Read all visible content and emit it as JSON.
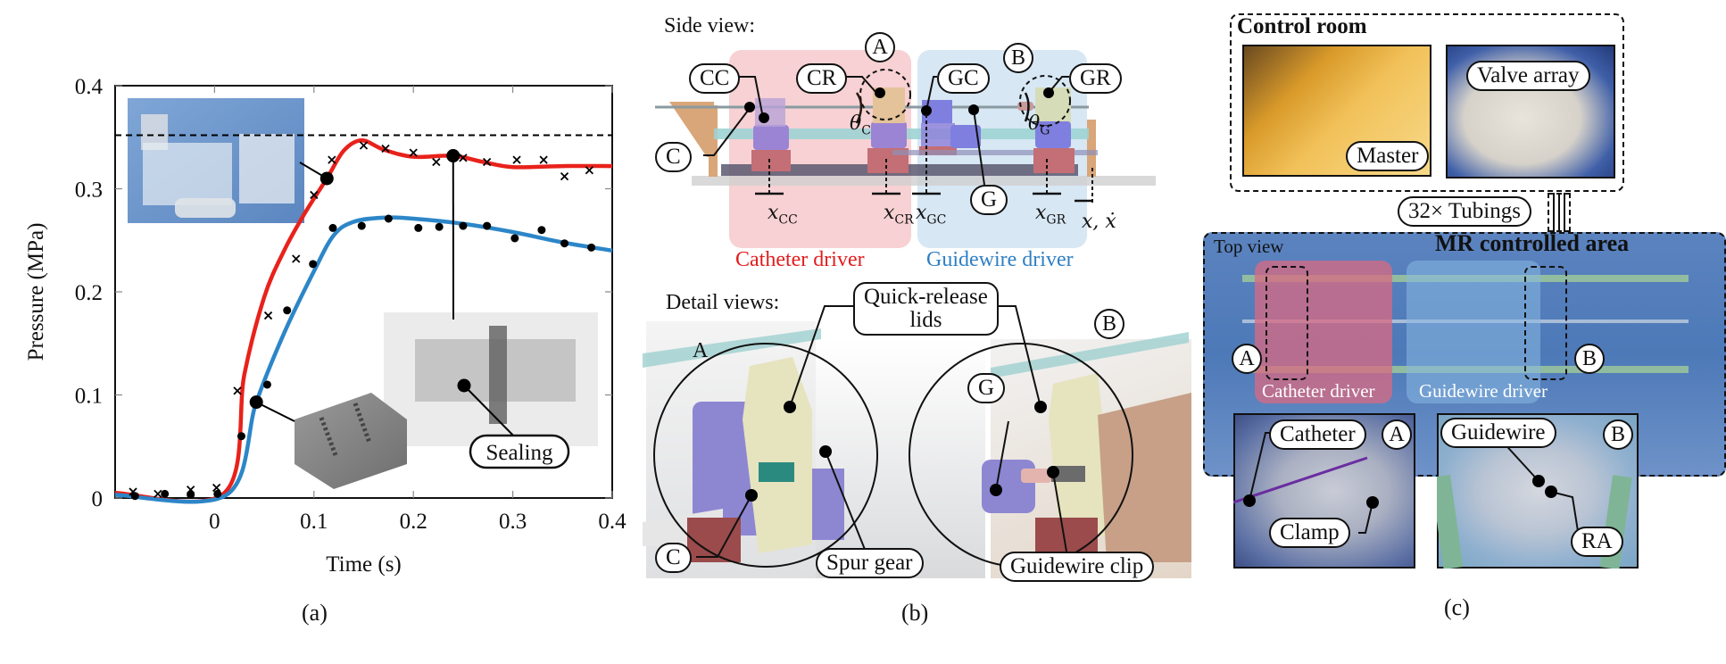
{
  "figure": {
    "captions": {
      "a": "(a)",
      "b": "(b)",
      "c": "(c)"
    }
  },
  "panel_a": {
    "inset_labels": {
      "sealing": "Sealing"
    }
  },
  "chart_data": {
    "type": "line",
    "title": "",
    "xlabel": "Time (s)",
    "ylabel": "Pressure (MPa)",
    "xlim": [
      -0.1,
      0.4
    ],
    "ylim": [
      0,
      0.4
    ],
    "x_ticks": [
      0,
      0.1,
      0.2,
      0.3,
      0.4
    ],
    "x_tick_labels": [
      "0",
      "0.1",
      "0.2",
      "0.3",
      "0.4"
    ],
    "y_ticks": [
      0,
      0.1,
      0.2,
      0.3,
      0.4
    ],
    "y_tick_labels": [
      "0",
      "0.1",
      "0.2",
      "0.3",
      "0.4"
    ],
    "grid": false,
    "legend": "none",
    "reference_line": {
      "style": "dashed",
      "y": 0.352,
      "color": "#000000"
    },
    "series": [
      {
        "name": "model-red",
        "kind": "line",
        "color": "#e8221b",
        "x": [
          -0.1,
          0.01,
          0.03,
          0.05,
          0.07,
          0.09,
          0.113,
          0.13,
          0.148,
          0.17,
          0.2,
          0.24,
          0.27,
          0.3,
          0.35,
          0.4
        ],
        "y": [
          0.005,
          0.005,
          0.12,
          0.195,
          0.24,
          0.275,
          0.31,
          0.337,
          0.347,
          0.338,
          0.331,
          0.332,
          0.326,
          0.321,
          0.322,
          0.322
        ]
      },
      {
        "name": "model-blue",
        "kind": "line",
        "color": "#2c86c8",
        "x": [
          -0.1,
          0.012,
          0.042,
          0.07,
          0.1,
          0.12,
          0.14,
          0.17,
          0.2,
          0.25,
          0.3,
          0.35,
          0.4
        ],
        "y": [
          0.003,
          0.003,
          0.093,
          0.16,
          0.22,
          0.255,
          0.268,
          0.272,
          0.271,
          0.266,
          0.258,
          0.248,
          0.24
        ]
      },
      {
        "name": "measured-cross",
        "kind": "scatter",
        "marker": "x",
        "color": "#000000",
        "x": [
          -0.082,
          -0.057,
          -0.024,
          0.002,
          0.023,
          0.054,
          0.082,
          0.1,
          0.118,
          0.15,
          0.172,
          0.2,
          0.223,
          0.25,
          0.274,
          0.304,
          0.331,
          0.352,
          0.377
        ],
        "y": [
          0.006,
          0.004,
          0.008,
          0.01,
          0.104,
          0.177,
          0.232,
          0.294,
          0.328,
          0.342,
          0.339,
          0.335,
          0.326,
          0.33,
          0.326,
          0.328,
          0.328,
          0.312,
          0.318
        ]
      },
      {
        "name": "measured-dot",
        "kind": "scatter",
        "marker": "o",
        "color": "#000000",
        "x": [
          -0.08,
          -0.05,
          -0.024,
          0.003,
          0.027,
          0.053,
          0.073,
          0.099,
          0.119,
          0.148,
          0.175,
          0.205,
          0.226,
          0.25,
          0.274,
          0.302,
          0.329,
          0.352,
          0.379
        ],
        "y": [
          0.002,
          0.004,
          0.003,
          0.004,
          0.06,
          0.11,
          0.182,
          0.227,
          0.262,
          0.264,
          0.271,
          0.262,
          0.263,
          0.264,
          0.264,
          0.252,
          0.26,
          0.247,
          0.243
        ]
      }
    ],
    "callouts": [
      {
        "target": "photo-inset",
        "x": 0.113,
        "y": 0.31
      },
      {
        "target": "sealing-render",
        "x": 0.24,
        "y": 0.332
      },
      {
        "target": "gear-render",
        "x": 0.042,
        "y": 0.093
      }
    ]
  },
  "panel_b": {
    "side_view_label": "Side view:",
    "detail_views_label": "Detail views:",
    "tags": {
      "cc": "CC",
      "cr": "CR",
      "gc": "GC",
      "gr": "GR",
      "c": "C",
      "g": "G",
      "a": "A",
      "b": "B"
    },
    "axis_labels": {
      "x_cc": "x",
      "x_cc_sub": "CC",
      "x_cr": "x",
      "x_cr_sub": "CR",
      "x_gc": "x",
      "x_gc_sub": "GC",
      "x_gr": "x",
      "x_gr_sub": "GR",
      "theta_c": "θ",
      "theta_c_sub": "C",
      "theta_g": "θ",
      "theta_g_sub": "G",
      "x_xdot": "x, ẋ"
    },
    "catheter_driver": "Catheter driver",
    "guidewire_driver": "Guidewire driver",
    "detail": {
      "quick_release": "Quick-release",
      "lids": "lids",
      "a_label": "A",
      "b_label": "B",
      "g_label": "G",
      "c_label": "C",
      "spur_gear": "Spur gear",
      "guidewire_clip": "Guidewire clip"
    },
    "colors": {
      "catheter": "#e21d1d",
      "guidewire": "#2d7fc4"
    }
  },
  "panel_c": {
    "control_room": "Control room",
    "master": "Master",
    "valve_array": "Valve array",
    "tubings": "32× Tubings",
    "top_view": "Top view",
    "mr_area": "MR controlled area",
    "catheter_driver": "Catheter driver",
    "guidewire_driver": "Guidewire driver",
    "a_label": "A",
    "b_label": "B",
    "inset_a": {
      "catheter": "Catheter",
      "clamp": "Clamp",
      "label": "A"
    },
    "inset_b": {
      "guidewire": "Guidewire",
      "ra": "RA",
      "label": "B"
    }
  }
}
